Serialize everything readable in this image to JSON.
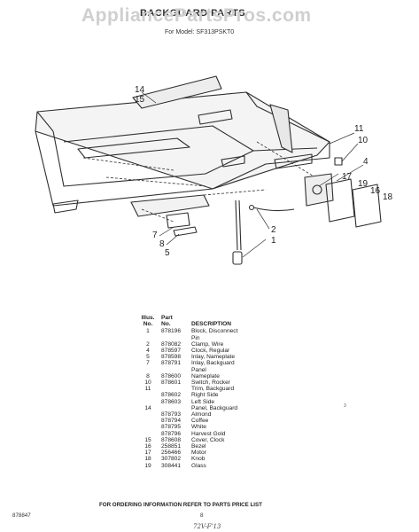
{
  "header": {
    "title": "BACKGUARD PARTS",
    "watermark": "AppliancePartsPros.com",
    "model_line": "For Model: SF313PSKT0"
  },
  "diagram": {
    "callouts": {
      "c14": "14",
      "c15": "15",
      "c11": "11",
      "c10": "10",
      "c4": "4",
      "c17": "17",
      "c19": "19",
      "c16": "16",
      "c18": "18",
      "c2": "2",
      "c1": "1",
      "c7": "7",
      "c8": "8",
      "c5": "5"
    }
  },
  "parts_table": {
    "headers": {
      "illus": "Illus.",
      "no": "No.",
      "part": "Part",
      "part_no": "No.",
      "description": "DESCRIPTION"
    },
    "rows": [
      {
        "illus": "1",
        "part": "878196",
        "desc": "Block, Disconnect"
      },
      {
        "illus": "",
        "part": "",
        "desc": "Pin"
      },
      {
        "illus": "2",
        "part": "878082",
        "desc": "Clamp, Wire"
      },
      {
        "illus": "4",
        "part": "878597",
        "desc": "Clock, Regular"
      },
      {
        "illus": "5",
        "part": "878598",
        "desc": "Inlay, Nameplate"
      },
      {
        "illus": "7",
        "part": "878791",
        "desc": "Inlay, Backguard"
      },
      {
        "illus": "",
        "part": "",
        "desc": "Panel"
      },
      {
        "illus": "8",
        "part": "878600",
        "desc": "Nameplate"
      },
      {
        "illus": "10",
        "part": "878601",
        "desc": "Switch, Rocker"
      },
      {
        "illus": "11",
        "part": "",
        "desc": "Trim, Backguard"
      },
      {
        "illus": "",
        "part": "878602",
        "desc": "Right Side"
      },
      {
        "illus": "",
        "part": "878603",
        "desc": "Left Side"
      },
      {
        "illus": "14",
        "part": "",
        "desc": "Panel, Backguard"
      },
      {
        "illus": "",
        "part": "878793",
        "desc": "Almond"
      },
      {
        "illus": "",
        "part": "878794",
        "desc": "Coffee"
      },
      {
        "illus": "",
        "part": "878795",
        "desc": "White"
      },
      {
        "illus": "",
        "part": "878796",
        "desc": "Harvest Gold"
      },
      {
        "illus": "15",
        "part": "878608",
        "desc": "Cover, Clock"
      },
      {
        "illus": "16",
        "part": "258851",
        "desc": "Bezel"
      },
      {
        "illus": "17",
        "part": "256466",
        "desc": "Motor"
      },
      {
        "illus": "18",
        "part": "307802",
        "desc": "Knob"
      },
      {
        "illus": "19",
        "part": "308441",
        "desc": "Glass"
      }
    ]
  },
  "footer": {
    "order_note": "FOR ORDERING INFORMATION REFER TO PARTS PRICE LIST",
    "doc_number": "878847",
    "page_number": "8",
    "handwritten": "72V-F'13",
    "stray_mark": "3"
  }
}
